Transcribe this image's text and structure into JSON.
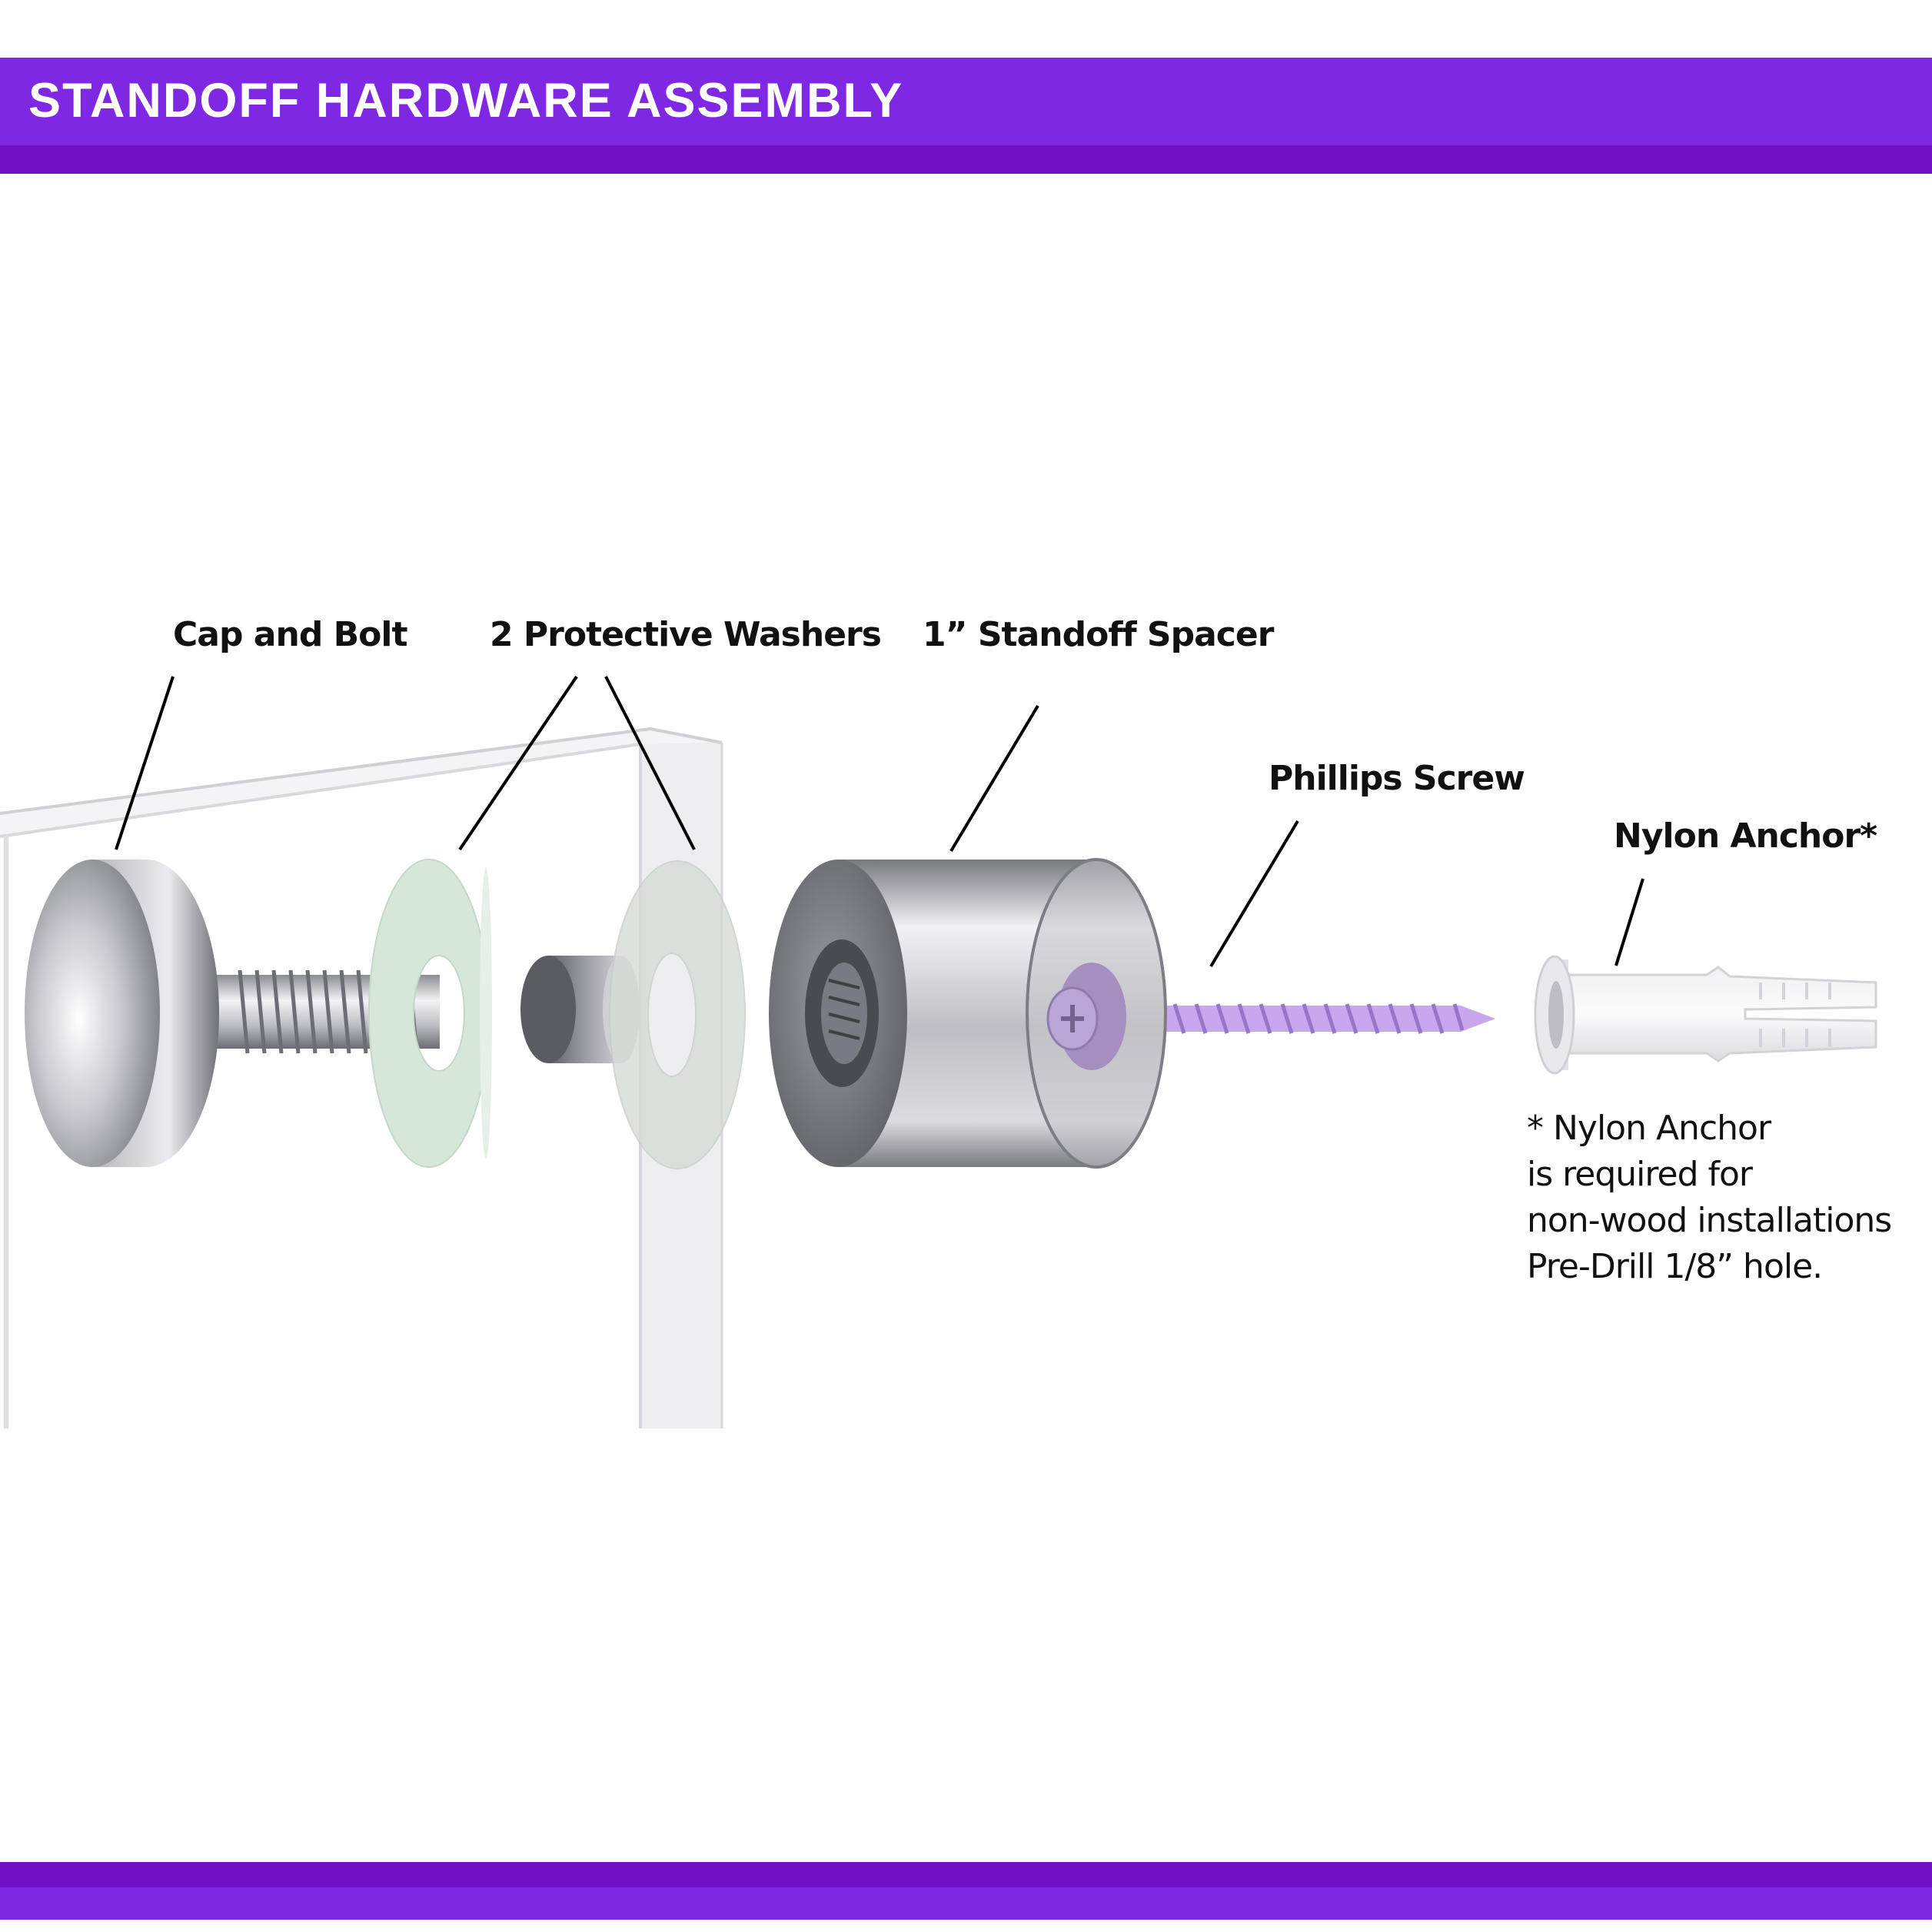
{
  "header": {
    "title": "STANDOFF HARDWARE ASSEMBLY"
  },
  "labels": {
    "cap_and_bolt": "Cap and Bolt",
    "protective_washers": "2 Protective Washers",
    "standoff_spacer": "1” Standoff Spacer",
    "phillips_screw": "Phillips Screw",
    "nylon_anchor": "Nylon Anchor*"
  },
  "note": {
    "lines": [
      "* Nylon Anchor",
      "is required for",
      "non-wood installations",
      "Pre-Drill 1/8” hole."
    ]
  },
  "colors": {
    "brand_purple": "#7e28e3",
    "brand_purple_dark": "#7210c3",
    "washer_green": "#d6e7da",
    "screw_lavender": "#c9a7ee"
  }
}
